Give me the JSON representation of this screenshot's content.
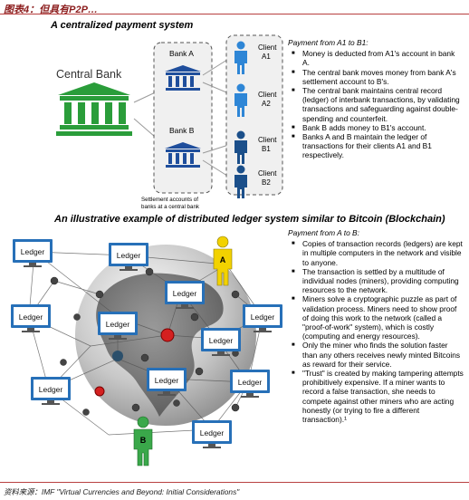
{
  "figure_label": "图表4：但具有P2P…",
  "section1": {
    "title": "A centralized payment system",
    "central_bank_label": "Central Bank",
    "bank_a_label": "Bank A",
    "bank_b_label": "Bank B",
    "clients": [
      {
        "line1": "Client",
        "line2": "A1"
      },
      {
        "line1": "Client",
        "line2": "A2"
      },
      {
        "line1": "Client",
        "line2": "B1"
      },
      {
        "line1": "Client",
        "line2": "B2"
      }
    ],
    "settlement_note_line1": "Settlement accounts of",
    "settlement_note_line2": "banks at a central bank",
    "description_head": "Payment from A1 to B1:",
    "bullets": [
      "Money is deducted from A1's account in bank A.",
      "The central bank moves money from bank A's settlement account to B's.",
      "The central bank maintains central record (ledger) of interbank transactions, by validating transactions and safeguarding against double-spending and counterfeit.",
      "Bank B adds money to B1's account.",
      "Banks A and B maintain the ledger of transactions for their clients A1 and B1 respectively."
    ]
  },
  "section2": {
    "title": "An illustrative example of distributed ledger system similar to Bitcoin (Blockchain)",
    "ledger_label": "Ledger",
    "user_a_label": "A",
    "user_b_label": "B",
    "description_head": "Payment from A to B:",
    "bullets": [
      "Copies of transaction records (ledgers) are kept in multiple computers in the network and visible to anyone.",
      "The transaction is settled by a multitude of individual nodes (miners), providing computing resources to the network.",
      "Miners solve a cryptographic puzzle as part of validation process. Miners need to show proof of doing this work to the network (called a \"proof-of-work\" system), which is costly (computing and energy resources).",
      "Only the miner who finds the solution faster than any others receives newly minted Bitcoins as reward for their service.",
      "\"Trust\" is created by making tampering attempts prohibitively expensive. If a miner wants to record a false transaction, she needs to compete against other miners who are acting honestly (or trying to fire a different transaction).¹"
    ]
  },
  "source": "资料来源：IMF \"Virtual Currencies and Beyond: Initial Considerations\"",
  "colors": {
    "accent_red": "#8b1c1c",
    "green_bank": "#2a9d3a",
    "blue_bank": "#1f4e9c",
    "client_blue_light": "#2e86d6",
    "client_blue_dark": "#1b4f8a",
    "user_a_yellow": "#f2d200",
    "user_b_green": "#3aa84a",
    "node_red": "#d42020"
  }
}
